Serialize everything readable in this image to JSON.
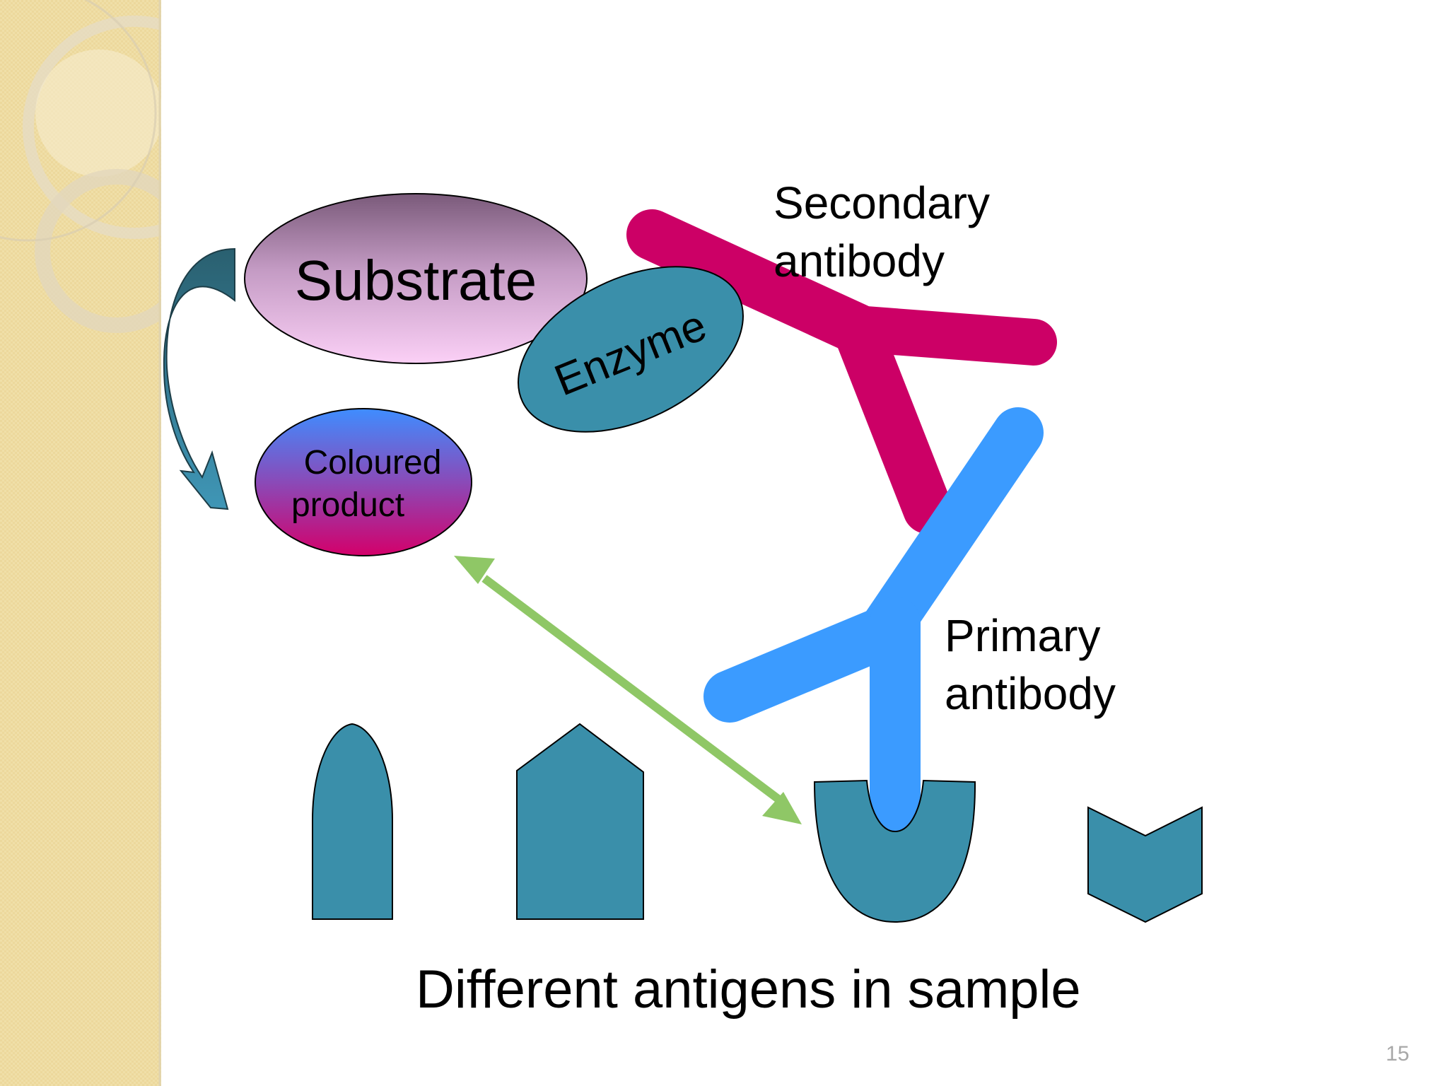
{
  "slide": {
    "page_number": "15"
  },
  "labels": {
    "substrate": "Substrate",
    "enzyme": "Enzyme",
    "coloured_product_line1": "Coloured",
    "coloured_product_line2": "product",
    "secondary_antibody_line1": "Secondary",
    "secondary_antibody_line2": "antibody",
    "primary_antibody_line1": "Primary",
    "primary_antibody_line2": "antibody",
    "caption": "Different antigens in sample"
  },
  "colors": {
    "sidebar": "#f0dfa8",
    "antigen_teal": "#3a8faa",
    "secondary_antibody": "#cc0066",
    "primary_antibody": "#3b9bff",
    "arrow_green": "#8fc766",
    "enzyme": "#3a8faa"
  }
}
